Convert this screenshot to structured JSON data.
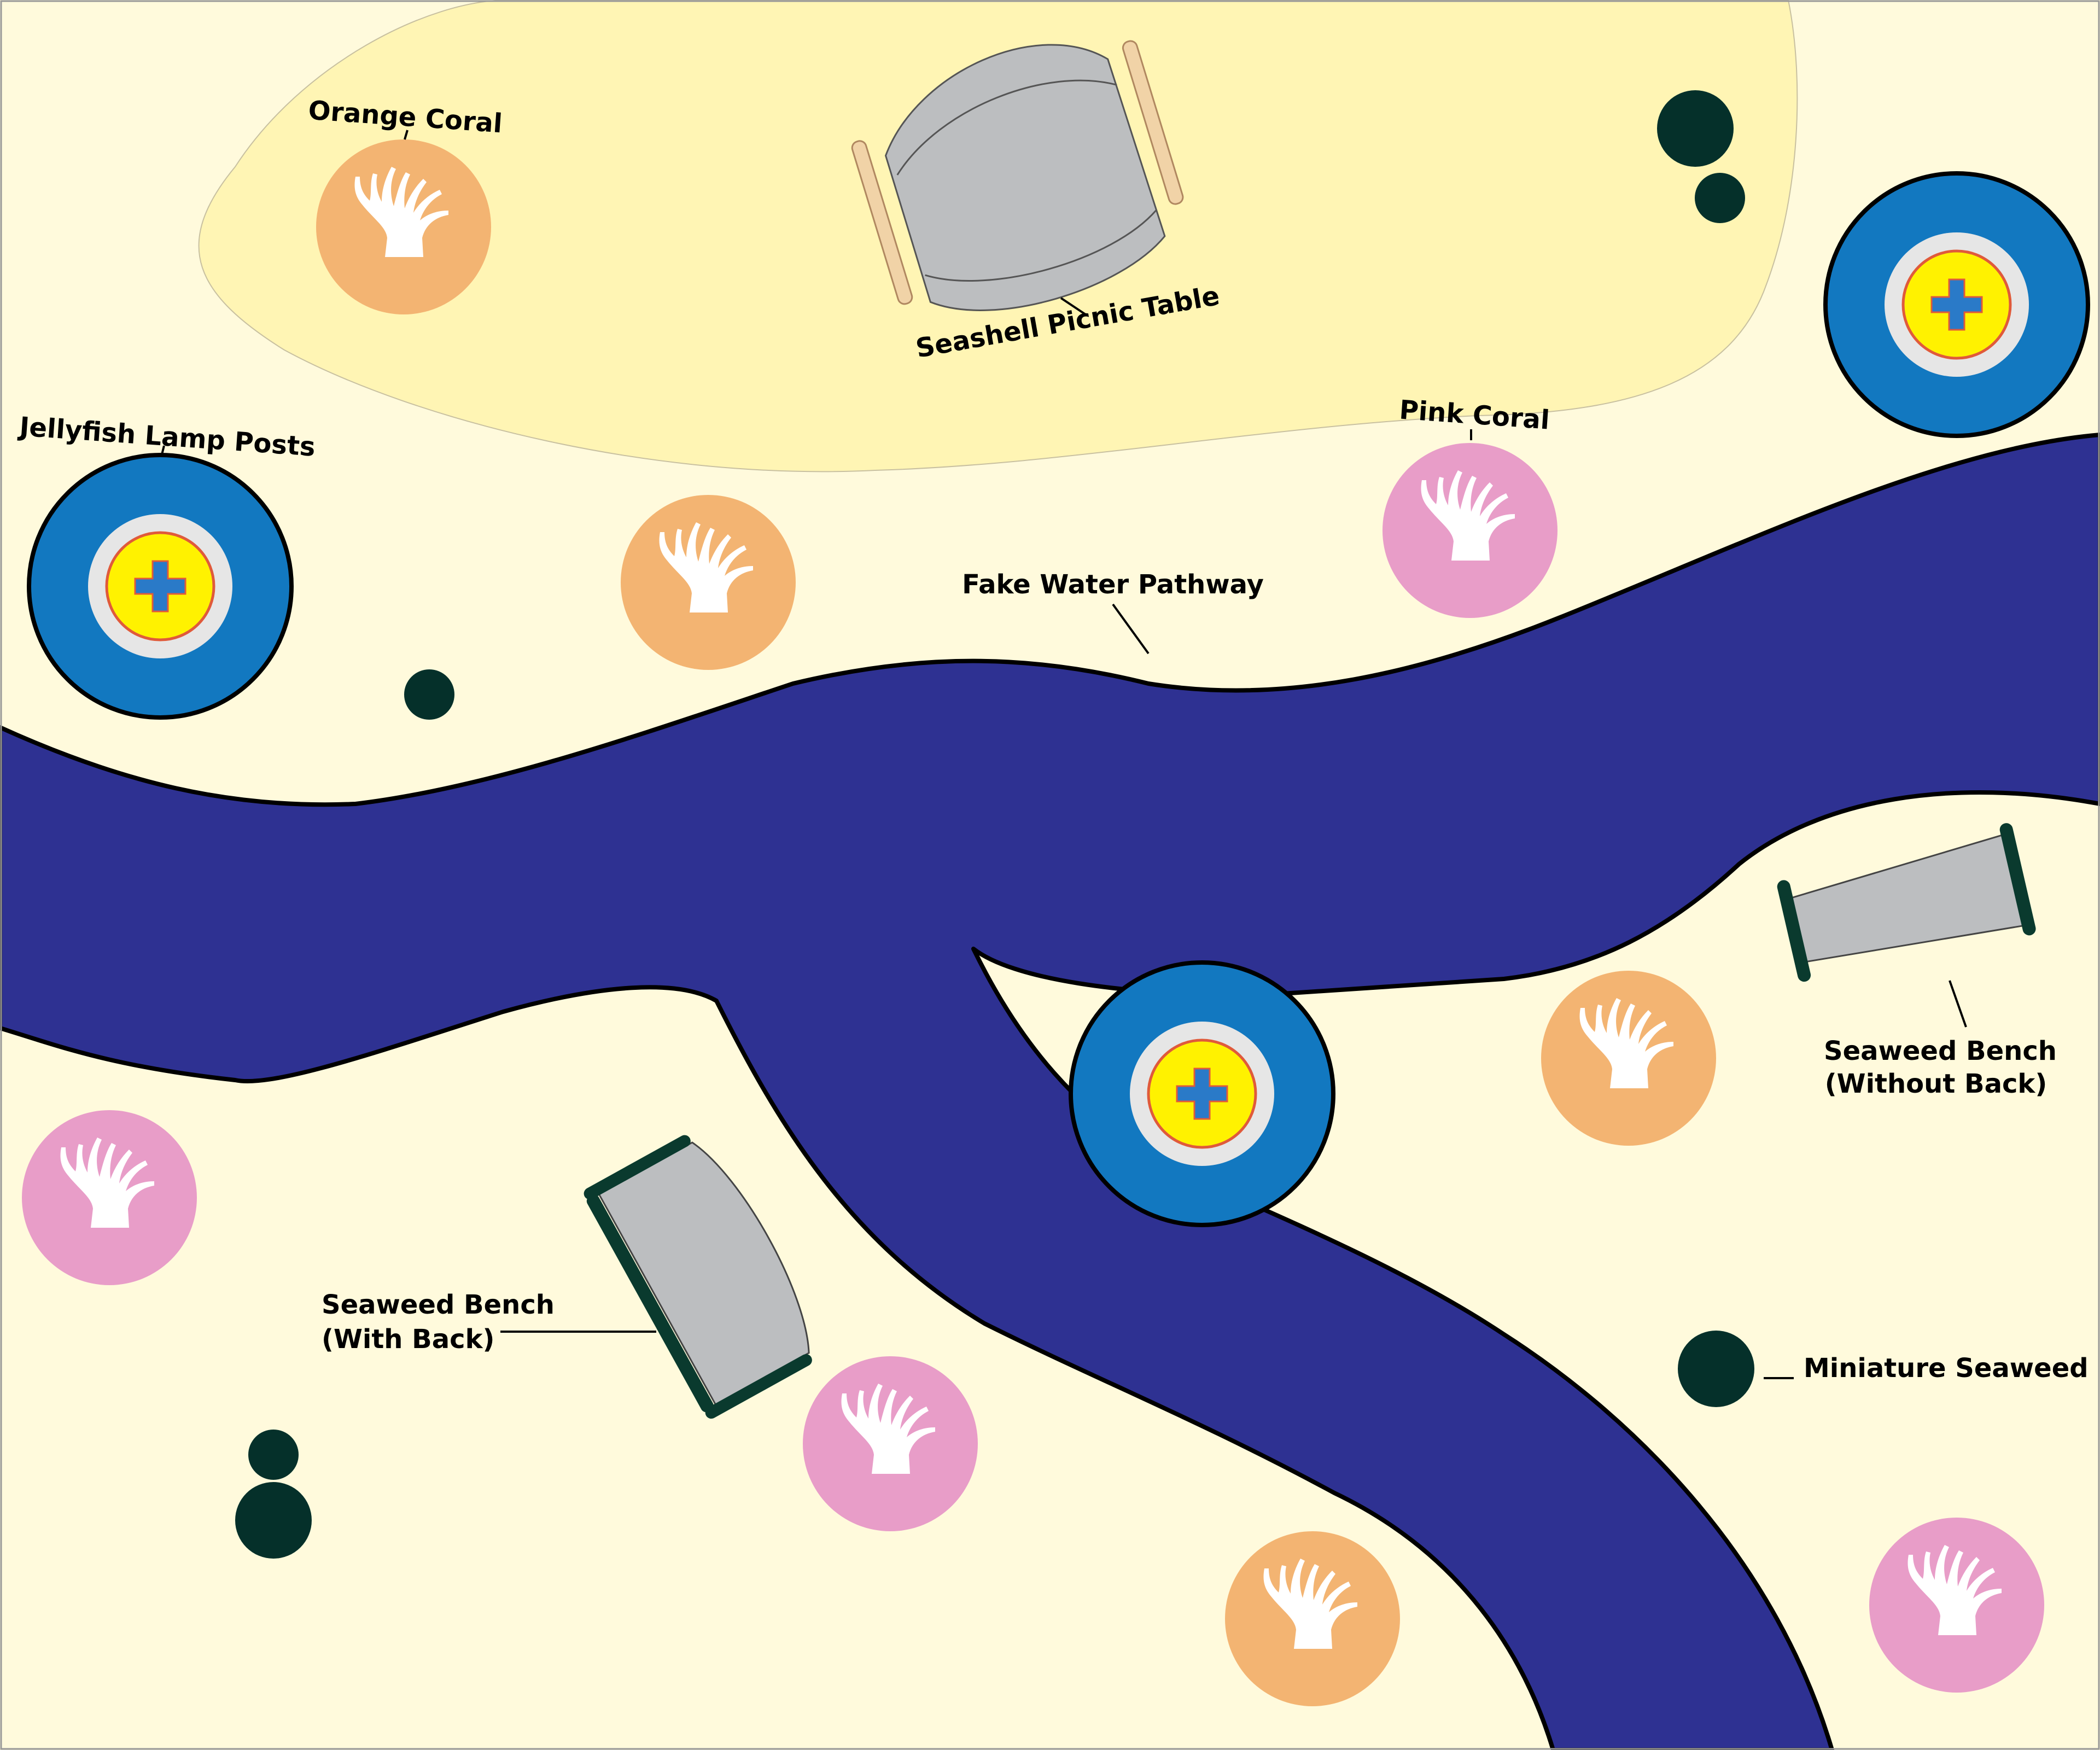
{
  "labels": {
    "orange_coral": "Orange Coral",
    "seashell_picnic_table": "Seashell Picnic Table",
    "jellyfish_lamp_posts": "Jellyfish Lamp Posts",
    "pink_coral": "Pink Coral",
    "fake_water_pathway": "Fake Water Pathway",
    "seaweed_bench_without_back_line1": "Seaweed Bench",
    "seaweed_bench_without_back_line2": "(Without Back)",
    "seaweed_bench_with_back_line1": "Seaweed Bench",
    "seaweed_bench_with_back_line2": "(With Back)",
    "miniature_seaweed": "Miniature Seaweed"
  },
  "colors": {
    "background": "#fffadc",
    "picnic_area": "#fff5b4",
    "water": "#2e3192",
    "orange_coral": "#f3b472",
    "pink_coral": "#e89dc8",
    "lamp_outer": "#1278c0",
    "lamp_ring": "#e6e6e6",
    "lamp_center": "#fff200",
    "lamp_cross": "#2a7ac8",
    "seaweed": "#05302a",
    "bench_seat": "#bcbec0",
    "bench_leg": "#0a3a2e",
    "table_leg": "#f1d3a7"
  },
  "icons": {
    "coral": "coral-icon",
    "lamp": "jellyfish-lamp-icon",
    "seaweed": "seaweed-icon",
    "bench": "bench-icon",
    "table": "picnic-table-icon"
  }
}
